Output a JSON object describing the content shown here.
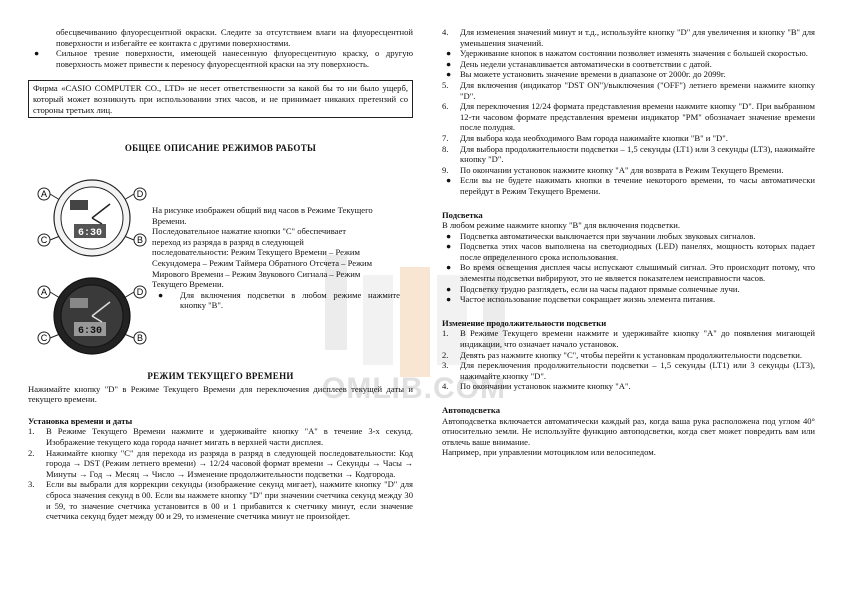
{
  "left": {
    "bullets_top": [
      "обесцвечиванию флуоресцентной окраски. Следите за отсутствием влаги на флуоресцентной поверхности и избегайте ее контакта с другими поверхностями.",
      "Сильное трение поверхности, имеющей нанесенную флуоресцентную краску, о другую поверхность может привести к переносу флуоресцентной краски на эту поверхность."
    ],
    "notice": "Фирма «CASIO COMPUTER CO., LTD» не несет ответственности за какой бы то ни было ущерб, который может возникнуть при использовании этих часов, и не принимает никаких претензий со стороны третьих лиц.",
    "section1_title": "ОБЩЕЕ ОПИСАНИЕ РЕЖИМОВ РАБОТЫ",
    "button_labels": {
      "a": "A",
      "b": "B",
      "c": "C",
      "d": "D"
    },
    "watch_display1": "6:30",
    "watch_display2": "6:30",
    "desc_lines": [
      "На рисунке изображен общий вид часов в Режиме Текущего",
      "Времени.",
      "Последовательное нажатие кнопки \"С\" обеспечивает",
      "переход из разряда в разряд в следующей",
      "последовательности: Режим Текущего Времени – Режим",
      "Секундомера – Режим Таймера Обратного Отсчета – Режим",
      "Мирового Времени – Режим Звукового Сигнала – Режим",
      "Текущего Времени."
    ],
    "desc_bullet": "Для включения подсветки в любом режиме нажмите кнопку \"В\".",
    "section2_title": "РЕЖИМ ТЕКУЩЕГО ВРЕМЕНИ",
    "section2_intro": "Нажимайте кнопку \"D\" в Режиме Текущего Времени для переключения дисплеев текущей даты и текущего времени.",
    "setup_heading": "Установка времени и даты",
    "steps": [
      "В Режиме Текущего Времени нажмите и удерживайте кнопку \"А\" в течение 3-х секунд. Изображение текущего кода города начнет мигать в верхней части дисплея.",
      "Нажимайте кнопку \"С\" для перехода из разряда в разряд в следующей последовательности: Код города → DST (Режим летнего времени) → 12/24 часовой формат времени → Секунды → Часы → Минуты → Год → Месяц → Число → Изменение продолжительности подсветки → Кодгорода.",
      "Если вы выбрали для коррекции секунды (изображение секунд мигает), нажмите кнопку \"D\" для сброса значения секунд в 00. Если вы нажмете кнопку \"D\" при значении счетчика секунд между 30 и 59, то значение счетчика установится в 00 и 1 прибавится к счетчику минут, если значение счетчика секунд будет между 00 и 29, то изменение счетчика минут не произойдет."
    ],
    "steps_numbers": [
      "1.",
      "2.",
      "3."
    ]
  },
  "right": {
    "steps_numbers": [
      "4.",
      "",
      "",
      "",
      "5.",
      "6.",
      "7.",
      "8.",
      "9.",
      ""
    ],
    "steps": [
      "Для изменения значений минут и т.д., используйте кнопку \"D\" для увеличения и кнопку \"В\" для уменьшения значений.",
      "Удерживание кнопок в нажатом состоянии позволяет изменять значения с большей скоростью.",
      "День недели устанавливается автоматически в соответствии с датой.",
      "Вы можете установить значение времени в диапазоне от 2000г. до 2099г.",
      "Для включения (индикатор \"DST ON\")/выключения (\"OFF\") летнего времени нажмите кнопку \"D\".",
      "Для переключения 12/24 формата представления времени нажмите кнопку \"D\". При выбранном 12-ти часовом формате представления времени индикатор \"PM\" обозначает значение времени после полудня.",
      "Для выбора кода необходимого Вам города нажимайте кнопки \"В\" и \"D\".",
      "Для выбора продолжительности подсветки – 1,5 секунды (LT1) или 3 секунды (LT3), нажимайте кнопку \"D\".",
      "По окончании установок нажмите кнопку \"А\" для возврата в Режим Текущего Времени.",
      "Если вы не будете нажимать кнопки в течение некоторого времени, то часы автоматически перейдут в Режим Текущего Времени."
    ],
    "light_heading": "Подсветка",
    "light_intro": "В любом режиме нажмите кнопку \"В\" для включения подсветки.",
    "light_bullets": [
      "Подсветка автоматически выключается при звучании любых звуковых сигналов.",
      "Подсветка этих часов выполнена на светодиодных (LED) панелях, мощность которых падает после определенного срока использования.",
      "Во время освещения дисплея часы испускают слышимый сигнал. Это происходит потому, что элементы подсветки вибрируют, это не является показателем неисправности часов.",
      "Подсветку трудно разглядеть, если на часы падают прямые солнечные лучи.",
      "Частое использование подсветки сокращает жизнь элемента питания."
    ],
    "duration_heading": "Изменение продолжительности подсветки",
    "duration_steps": [
      "В Режиме Текущего времени нажмите и удерживайте кнопку \"А\" до появления мигающей индикации, что означает начало установок.",
      "Девять раз нажмите кнопку \"С\", чтобы перейти к установкам продолжительности подсветки.",
      "Для переключения продолжительности подсветки – 1,5 секунды (LT1) или 3 секунды (LT3), нажимайте кнопку \"D\".",
      "По окончании установок нажмите кнопку \"А\"."
    ],
    "duration_numbers": [
      "1.",
      "2.",
      "3.",
      "4."
    ],
    "auto_heading": "Автоподсветка",
    "auto_text": "Автоподсветка включается автоматически каждый раз, когда ваша рука расположена под углом 40° относительно земли. Не используйте функцию автоподсветки, когда свет может повредить вам или отвлечь ваше внимание.",
    "auto_text2": "Например, при управлении мотоциклом или велосипедом."
  },
  "watermark": "OMLIB.COM",
  "colors": {
    "text": "#111111",
    "watermark": "#d0d0d0",
    "watch_display": "#222222"
  }
}
